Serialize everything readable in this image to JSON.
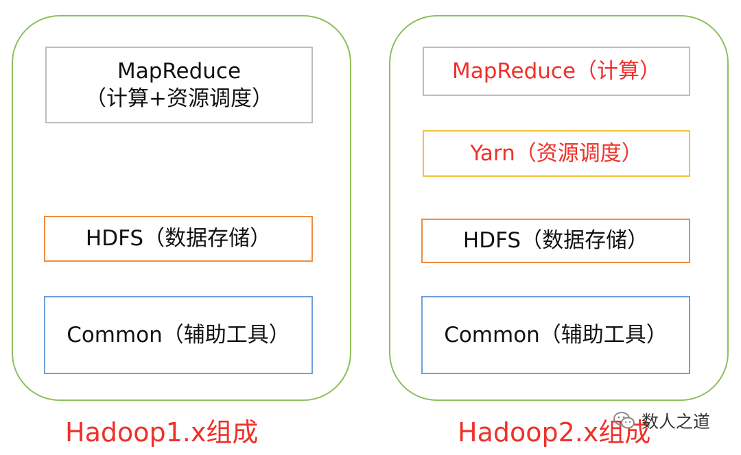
{
  "hadoop1": {
    "mapreduce_line1": "MapReduce",
    "mapreduce_line2": "（计算+资源调度）",
    "hdfs": "HDFS（数据存储）",
    "common": "Common（辅助工具）",
    "caption": "Hadoop1.x组成"
  },
  "hadoop2": {
    "mapreduce": "MapReduce（计算）",
    "yarn": "Yarn（资源调度）",
    "hdfs": "HDFS（数据存储）",
    "common": "Common（辅助工具）",
    "caption": "Hadoop2.x组成"
  },
  "watermark": {
    "icon": "wechat-icon",
    "text": "数人之道"
  },
  "colors": {
    "container_border": "#8cbf5a",
    "gray_border": "#bdbdbd",
    "orange_border": "#f28a3c",
    "blue_border": "#6d9fda",
    "yellow_border": "#f6c230",
    "red_text": "#f0302a"
  }
}
